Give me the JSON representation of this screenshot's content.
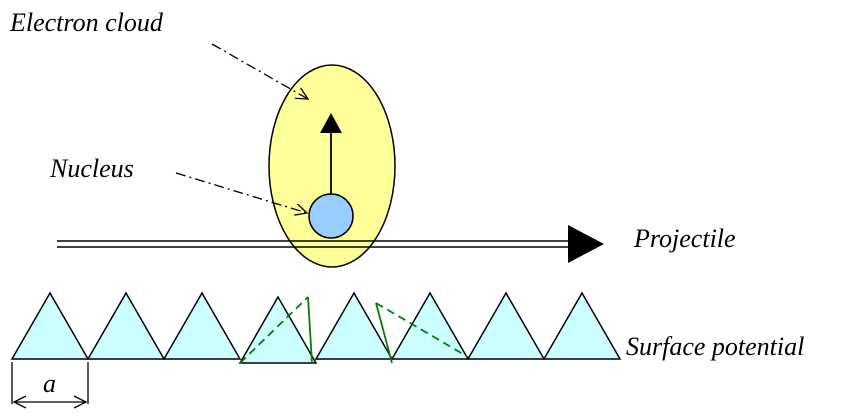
{
  "labels": {
    "electron_cloud": "Electron cloud",
    "nucleus": "Nucleus",
    "projectile": "Projectile",
    "surface_potential": "Surface potential",
    "lattice_constant": "a"
  },
  "colors": {
    "cloud_fill": "#ffff99",
    "nucleus_fill": "#99ccff",
    "triangle_fill": "#ccffff",
    "dashed_green": "#008000",
    "ink": "#000000"
  },
  "icons": {
    "projectile_arrowhead": "filled-triangle-right",
    "dipole_arrowhead": "filled-triangle-up"
  }
}
